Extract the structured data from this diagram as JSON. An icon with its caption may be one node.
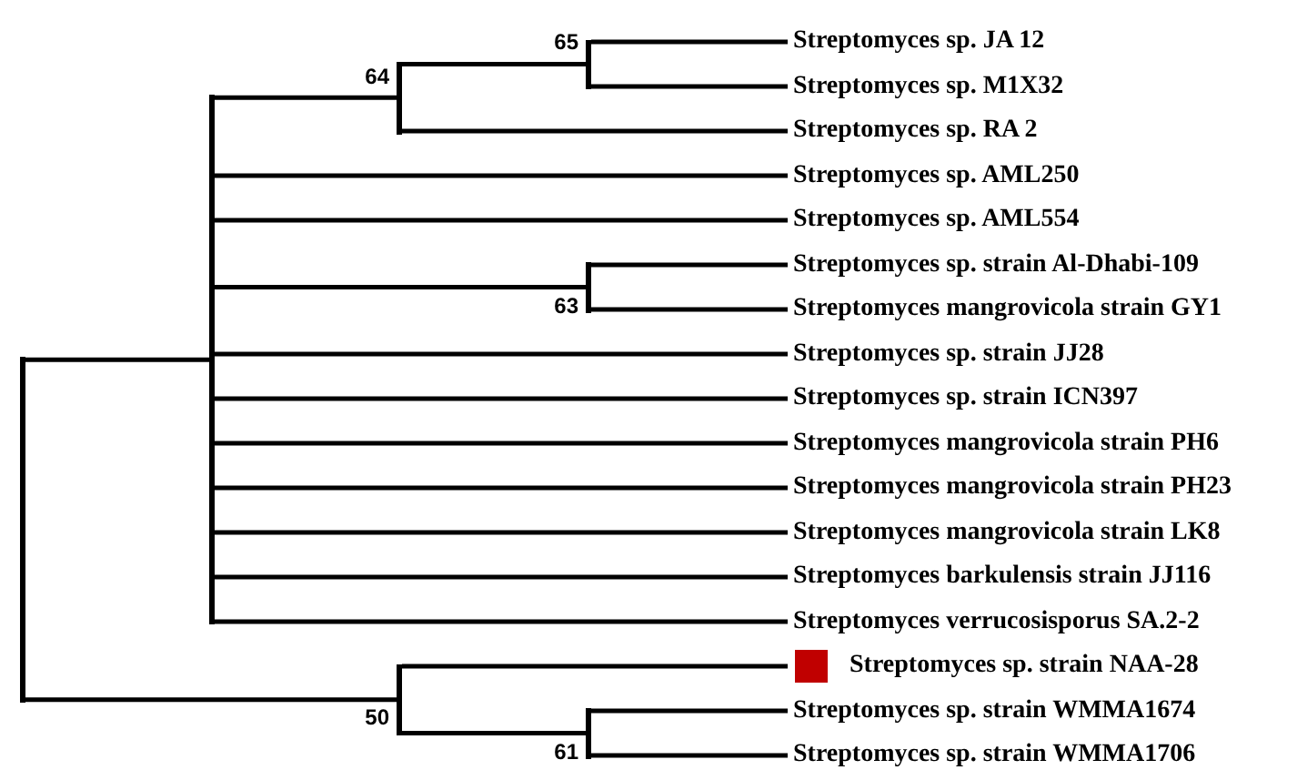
{
  "diagram": {
    "nodes": [
      {
        "text": [],
        "shape": "junction"
      },
      {
        "text": [],
        "shape": "junction"
      },
      {
        "text": [],
        "shape": "junction",
        "beside": [
          "64"
        ]
      },
      {
        "text": [],
        "shape": "junction",
        "beside": [
          "65"
        ]
      },
      {
        "text": [
          "Streptomyces sp. JA 12"
        ]
      },
      {
        "text": [
          "Streptomyces sp. M1X32"
        ]
      },
      {
        "text": [
          "Streptomyces sp. RA 2"
        ]
      },
      {
        "text": [
          "Streptomyces sp. AML250"
        ]
      },
      {
        "text": [
          "Streptomyces sp. AML554"
        ]
      },
      {
        "text": [],
        "shape": "junction",
        "beside": [
          "63"
        ]
      },
      {
        "text": [
          "Streptomyces sp. strain Al-Dhabi-109"
        ]
      },
      {
        "text": [
          "Streptomyces mangrovicola strain GY1"
        ]
      },
      {
        "text": [
          "Streptomyces sp. strain JJ28"
        ]
      },
      {
        "text": [
          "Streptomyces sp. strain ICN397"
        ]
      },
      {
        "text": [
          "Streptomyces mangrovicola strain PH6"
        ]
      },
      {
        "text": [
          "Streptomyces mangrovicola strain PH23"
        ]
      },
      {
        "text": [
          "Streptomyces mangrovicola strain LK8"
        ]
      },
      {
        "text": [
          "Streptomyces barkulensis strain JJ116"
        ]
      },
      {
        "text": [
          "Streptomyces verrucosisporus SA.2-2"
        ]
      },
      {
        "text": [],
        "shape": "junction",
        "beside": [
          "50"
        ]
      },
      {
        "text": [
          "Streptomyces sp. strain NAA-28"
        ]
      },
      {
        "text": [],
        "shape": "junction",
        "beside": [
          "61"
        ]
      },
      {
        "text": [
          "Streptomyces sp. strain WMMA1674"
        ]
      },
      {
        "text": [
          "Streptomyces sp. strain WMMA1706"
        ]
      }
    ],
    "edges": [
      {
        "from": 0,
        "to": 1,
        "arrow": "none"
      },
      {
        "from": 1,
        "to": 2,
        "arrow": "none"
      },
      {
        "from": 2,
        "to": 3,
        "arrow": "none"
      },
      {
        "from": 3,
        "to": 4,
        "arrow": "none"
      },
      {
        "from": 3,
        "to": 5,
        "arrow": "none"
      },
      {
        "from": 2,
        "to": 6,
        "arrow": "none"
      },
      {
        "from": 1,
        "to": 7,
        "arrow": "none"
      },
      {
        "from": 1,
        "to": 8,
        "arrow": "none"
      },
      {
        "from": 1,
        "to": 9,
        "arrow": "none"
      },
      {
        "from": 9,
        "to": 10,
        "arrow": "none"
      },
      {
        "from": 9,
        "to": 11,
        "arrow": "none"
      },
      {
        "from": 1,
        "to": 12,
        "arrow": "none"
      },
      {
        "from": 1,
        "to": 13,
        "arrow": "none"
      },
      {
        "from": 1,
        "to": 14,
        "arrow": "none"
      },
      {
        "from": 1,
        "to": 15,
        "arrow": "none"
      },
      {
        "from": 1,
        "to": 16,
        "arrow": "none"
      },
      {
        "from": 1,
        "to": 17,
        "arrow": "none"
      },
      {
        "from": 1,
        "to": 18,
        "arrow": "none"
      },
      {
        "from": 0,
        "to": 19,
        "arrow": "none"
      },
      {
        "from": 19,
        "to": 20,
        "arrow": "none"
      },
      {
        "from": 19,
        "to": 21,
        "arrow": "none"
      },
      {
        "from": 21,
        "to": 22,
        "arrow": "none"
      },
      {
        "from": 21,
        "to": 23,
        "arrow": "none"
      }
    ]
  }
}
